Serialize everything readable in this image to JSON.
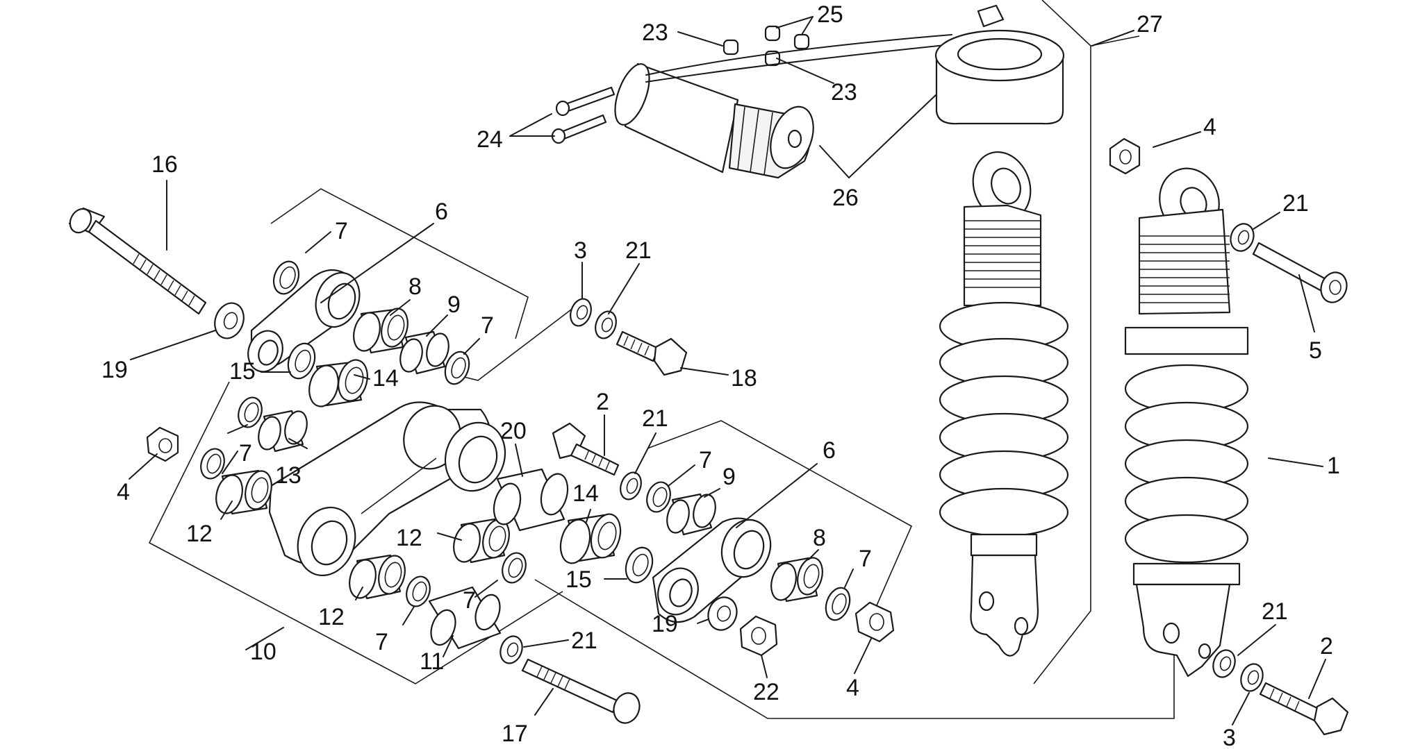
{
  "diagram": {
    "callouts": [
      {
        "id": "c1",
        "text": "1"
      },
      {
        "id": "c2a",
        "text": "2"
      },
      {
        "id": "c2b",
        "text": "2"
      },
      {
        "id": "c3a",
        "text": "3"
      },
      {
        "id": "c3b",
        "text": "3"
      },
      {
        "id": "c4a",
        "text": "4"
      },
      {
        "id": "c4b",
        "text": "4"
      },
      {
        "id": "c4c",
        "text": "4"
      },
      {
        "id": "c5",
        "text": "5"
      },
      {
        "id": "c6a",
        "text": "6"
      },
      {
        "id": "c6b",
        "text": "6"
      },
      {
        "id": "c7a",
        "text": "7"
      },
      {
        "id": "c7b",
        "text": "7"
      },
      {
        "id": "c7c",
        "text": "7"
      },
      {
        "id": "c7d",
        "text": "7"
      },
      {
        "id": "c7e",
        "text": "7"
      },
      {
        "id": "c7f",
        "text": "7"
      },
      {
        "id": "c7g",
        "text": "7"
      },
      {
        "id": "c8a",
        "text": "8"
      },
      {
        "id": "c8b",
        "text": "8"
      },
      {
        "id": "c9a",
        "text": "9"
      },
      {
        "id": "c9b",
        "text": "9"
      },
      {
        "id": "c10",
        "text": "10"
      },
      {
        "id": "c11",
        "text": "11"
      },
      {
        "id": "c12a",
        "text": "12"
      },
      {
        "id": "c12b",
        "text": "12"
      },
      {
        "id": "c12c",
        "text": "12"
      },
      {
        "id": "c13",
        "text": "13"
      },
      {
        "id": "c14a",
        "text": "14"
      },
      {
        "id": "c14b",
        "text": "14"
      },
      {
        "id": "c15a",
        "text": "15"
      },
      {
        "id": "c15b",
        "text": "15"
      },
      {
        "id": "c16",
        "text": "16"
      },
      {
        "id": "c17",
        "text": "17"
      },
      {
        "id": "c18",
        "text": "18"
      },
      {
        "id": "c19a",
        "text": "19"
      },
      {
        "id": "c19b",
        "text": "19"
      },
      {
        "id": "c20",
        "text": "20"
      },
      {
        "id": "c21a",
        "text": "21"
      },
      {
        "id": "c21b",
        "text": "21"
      },
      {
        "id": "c21c",
        "text": "21"
      },
      {
        "id": "c21d",
        "text": "21"
      },
      {
        "id": "c21e",
        "text": "21"
      },
      {
        "id": "c22",
        "text": "22"
      },
      {
        "id": "c23a",
        "text": "23"
      },
      {
        "id": "c23b",
        "text": "23"
      },
      {
        "id": "c24",
        "text": "24"
      },
      {
        "id": "c25",
        "text": "25"
      },
      {
        "id": "c26",
        "text": "26"
      },
      {
        "id": "c27",
        "text": "27"
      }
    ]
  }
}
